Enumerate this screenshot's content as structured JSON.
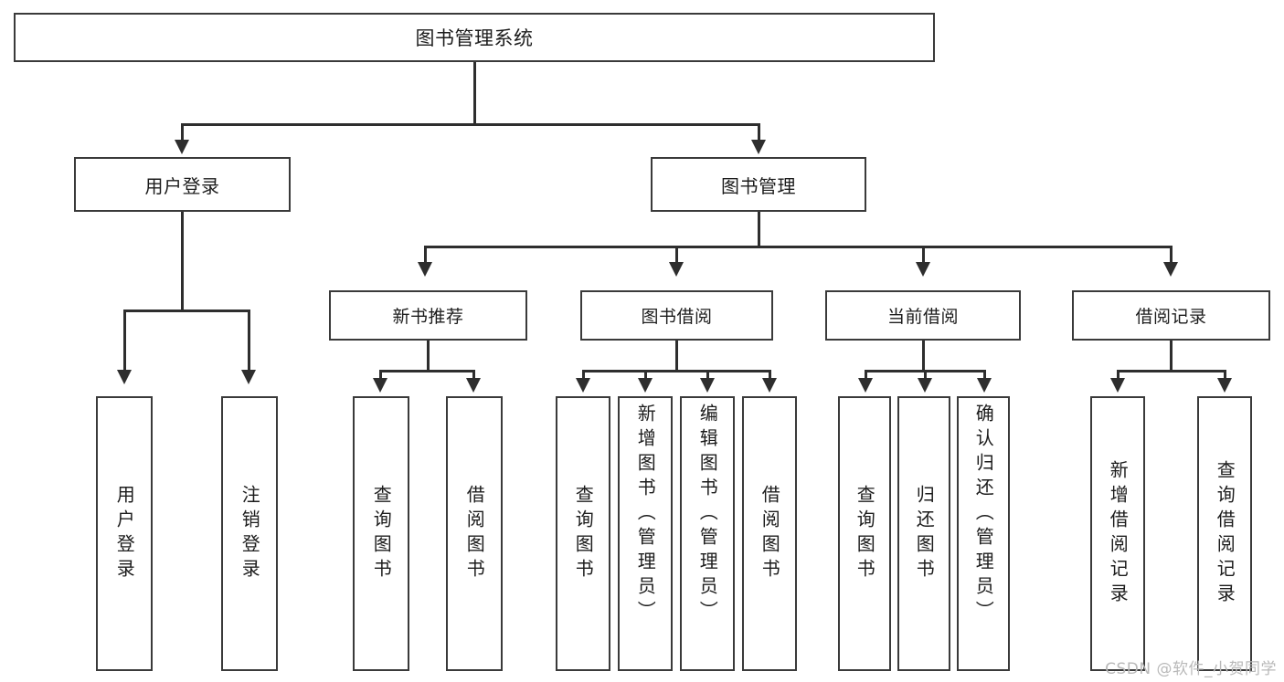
{
  "diagram": {
    "title": "图书管理系统",
    "type": "tree-hierarchy",
    "root": {
      "label": "图书管理系统"
    },
    "level1": [
      {
        "label": "用户登录"
      },
      {
        "label": "图书管理"
      }
    ],
    "level2": [
      {
        "label": "新书推荐",
        "parent": "图书管理"
      },
      {
        "label": "图书借阅",
        "parent": "图书管理"
      },
      {
        "label": "当前借阅",
        "parent": "图书管理"
      },
      {
        "label": "借阅记录",
        "parent": "图书管理"
      }
    ],
    "leaves": [
      {
        "label": "用户登录",
        "parent": "用户登录"
      },
      {
        "label": "注销登录",
        "parent": "用户登录"
      },
      {
        "label": "查询图书",
        "parent": "新书推荐"
      },
      {
        "label": "借阅图书",
        "parent": "新书推荐"
      },
      {
        "label": "查询图书",
        "parent": "图书借阅"
      },
      {
        "label": "新增图书（管理员）",
        "parent": "图书借阅"
      },
      {
        "label": "编辑图书（管理员）",
        "parent": "图书借阅"
      },
      {
        "label": "借阅图书",
        "parent": "图书借阅"
      },
      {
        "label": "查询图书",
        "parent": "当前借阅"
      },
      {
        "label": "归还图书",
        "parent": "当前借阅"
      },
      {
        "label": "确认归还（管理员）",
        "parent": "当前借阅"
      },
      {
        "label": "新增借阅记录",
        "parent": "借阅记录"
      },
      {
        "label": "查询借阅记录",
        "parent": "借阅记录"
      }
    ]
  },
  "watermark": {
    "text": "CSDN @软件_小贺同学"
  },
  "colors": {
    "box_border": "#3a3a3a",
    "connector": "#2e2e2e",
    "background": "#ffffff",
    "text": "#1c1c1c",
    "watermark": "#b9b9b9"
  }
}
